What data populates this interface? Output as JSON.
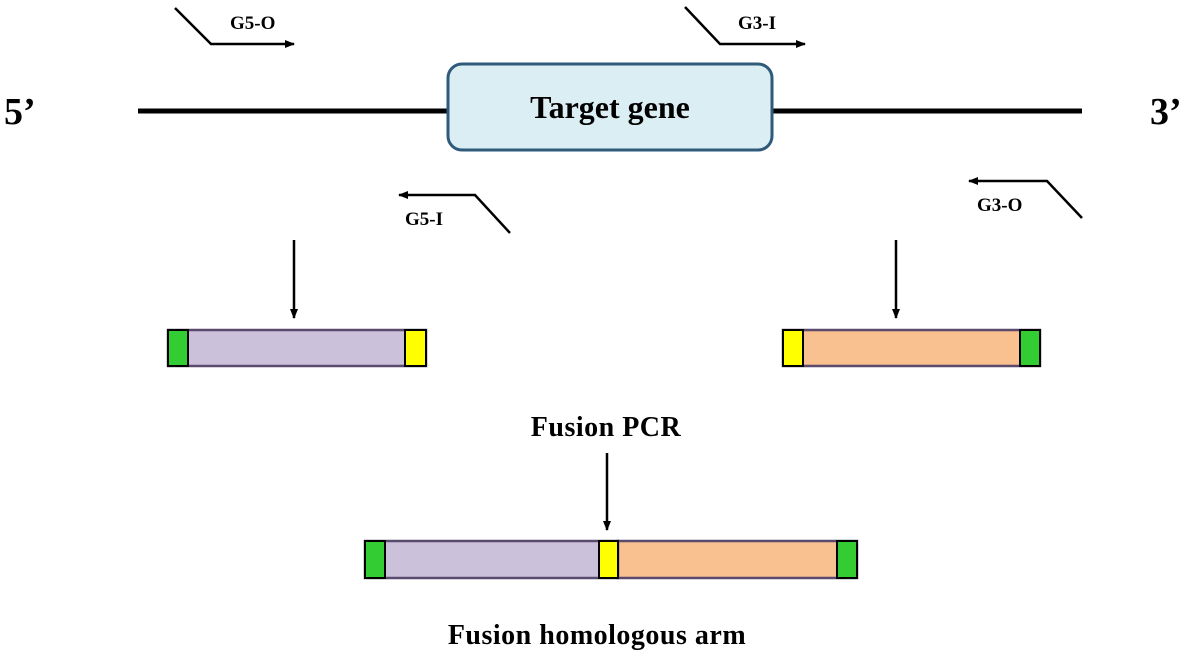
{
  "strand": {
    "five_prime_label": "5’",
    "three_prime_label": "3’"
  },
  "gene": {
    "label": "Target gene",
    "fill": "#dbeef4",
    "stroke": "#2f5a7a"
  },
  "primers": {
    "g5_outer": "G5-O",
    "g5_inner": "G5-I",
    "g3_inner": "G3-I",
    "g3_outer": "G3-O"
  },
  "steps": {
    "fusion_pcr": "Fusion PCR",
    "result": "Fusion homologous arm"
  },
  "colors": {
    "left_arm": "#ccc1da",
    "right_arm": "#f9c090",
    "outer_tag": "#33cc33",
    "inner_tag": "#ffff00",
    "fragment_border": "#5a4a6e"
  }
}
